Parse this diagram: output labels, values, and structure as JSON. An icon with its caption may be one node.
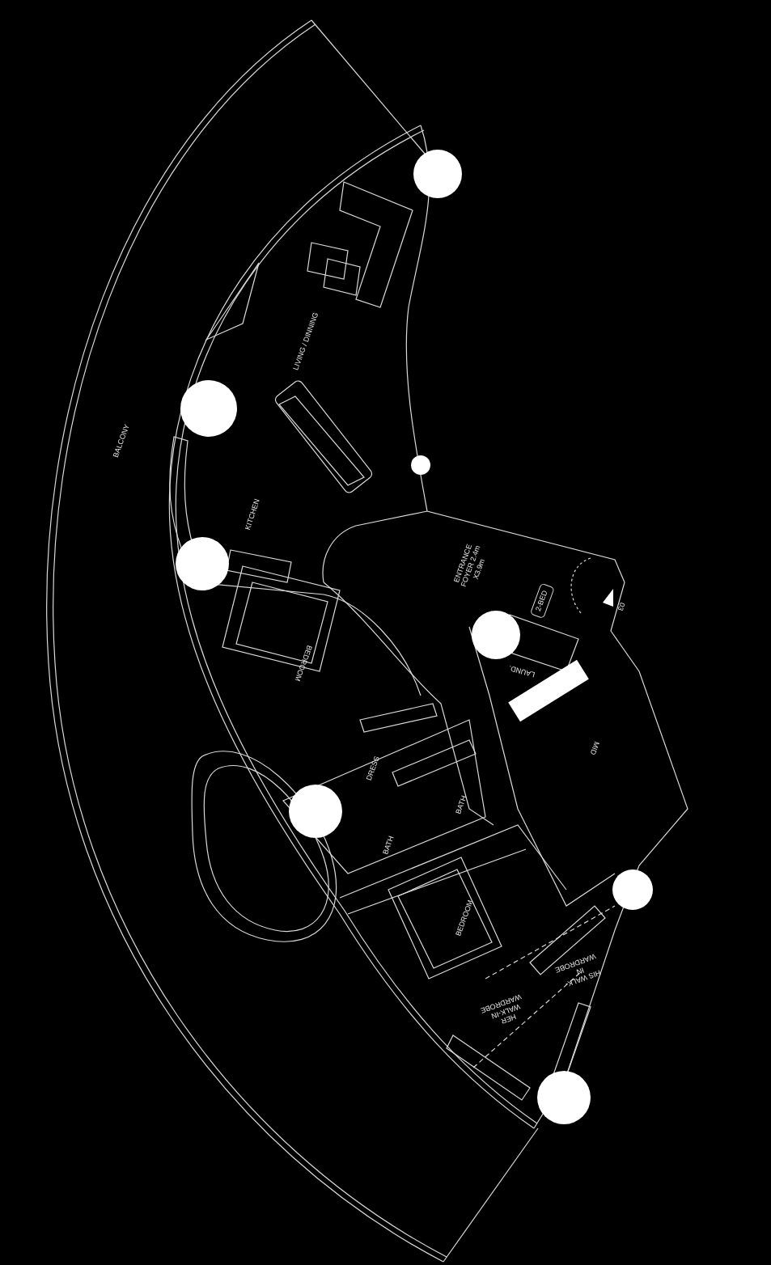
{
  "diagram": {
    "nodes": [
      {
        "text": [
          "2-BED"
        ]
      }
    ],
    "edges": [],
    "labels": [
      "BALCONY",
      "LIVING / DINNING",
      "KITCHEN",
      "ENTRANCE FOYER 2.4m X3.9m",
      "03",
      "BEDROOM",
      "LAUND.",
      "MID",
      "DRESS",
      "BATH",
      "BATH",
      "BEDROOM",
      "HIS WALK-IN WARDROBE",
      "HER WALK-IN WARDROBE"
    ]
  }
}
